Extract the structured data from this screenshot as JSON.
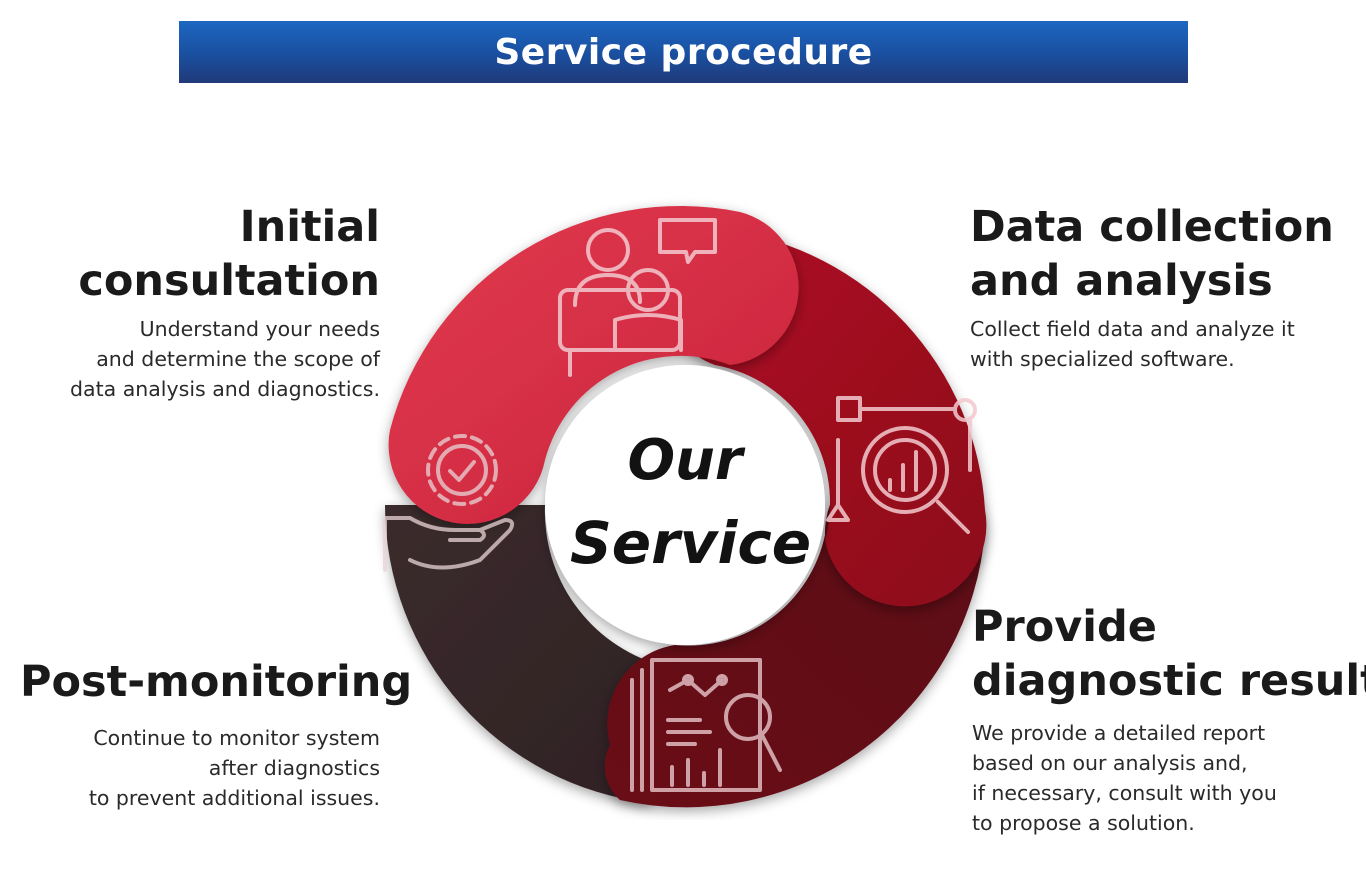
{
  "banner": {
    "title": "Service procedure"
  },
  "center": {
    "line1": "Our",
    "line2": "Service"
  },
  "colors": {
    "banner": "#1a4f9f",
    "segment_initial": "#d92f45",
    "segment_data": "#a50d1f",
    "segment_results": "#5c0a14",
    "segment_post": "#3d2a2c",
    "icon_stroke": "#f3c9cf"
  },
  "steps": [
    {
      "id": "initial",
      "title_lines": [
        "Initial",
        "consultation"
      ],
      "desc_lines": [
        "Understand your needs",
        "and determine the scope of",
        "data analysis and diagnostics."
      ],
      "icon": "consultation-people-icon"
    },
    {
      "id": "data",
      "title_lines": [
        "Data collection",
        "and analysis"
      ],
      "desc_lines": [
        "Collect field data and analyze it",
        "with specialized software."
      ],
      "icon": "data-analysis-magnifier-icon"
    },
    {
      "id": "results",
      "title_lines": [
        "Provide",
        "diagnostic results"
      ],
      "desc_lines": [
        "We provide a detailed report",
        "based on our analysis and,",
        "if necessary, consult with you",
        "to propose a solution."
      ],
      "icon": "report-document-icon"
    },
    {
      "id": "post",
      "title_lines": [
        "Post-monitoring"
      ],
      "desc_lines": [
        "Continue to monitor system",
        "after diagnostics",
        "to prevent additional issues."
      ],
      "icon": "gear-hand-icon"
    }
  ]
}
